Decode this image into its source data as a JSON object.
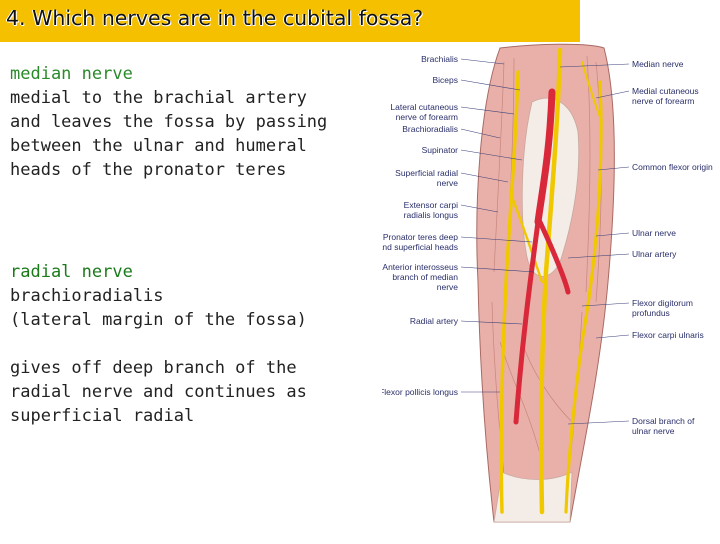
{
  "header": {
    "title": "4. Which nerves are in the cubital fossa?"
  },
  "median": {
    "heading": "median nerve",
    "lines": [
      "medial to the brachial artery",
      "and leaves the fossa by passing",
      "between the ulnar and humeral",
      "heads of the pronator teres"
    ]
  },
  "radial": {
    "heading": "radial nerve",
    "lines": [
      "brachioradialis",
      "(lateral margin of the fossa)"
    ],
    "lines2": [
      "gives off deep branch of the",
      "radial nerve and continues as",
      "superficial radial"
    ]
  },
  "figure": {
    "left_labels": [
      [
        "Brachialis"
      ],
      [
        "Biceps"
      ],
      [
        "Lateral cutaneous",
        "nerve of forearm"
      ],
      [
        "Brachioradialis"
      ],
      [
        "Supinator"
      ],
      [
        "Superficial radial",
        "nerve"
      ],
      [
        "Extensor carpi",
        "radialis longus"
      ],
      [
        "Pronator teres deep",
        "and superficial heads"
      ],
      [
        "Anterior interosseus",
        "branch of median",
        "nerve"
      ],
      [
        "Radial artery"
      ],
      [
        "Flexor pollicis longus"
      ]
    ],
    "right_labels": [
      [
        "Median nerve"
      ],
      [
        "Medial cutaneous",
        "nerve of forearm"
      ],
      [
        "Common flexor origin"
      ],
      [
        "Ulnar nerve"
      ],
      [
        "Ulnar artery"
      ],
      [
        "Flexor digitorum",
        "profundus"
      ],
      [
        "Flexor carpi ulnaris"
      ],
      [
        "Dorsal branch of",
        "ulnar nerve"
      ]
    ],
    "colors": {
      "muscle": "#e8b0a8",
      "nerve": "#f0c800",
      "artery": "#d8283a",
      "tendon": "#f4ece6"
    }
  }
}
